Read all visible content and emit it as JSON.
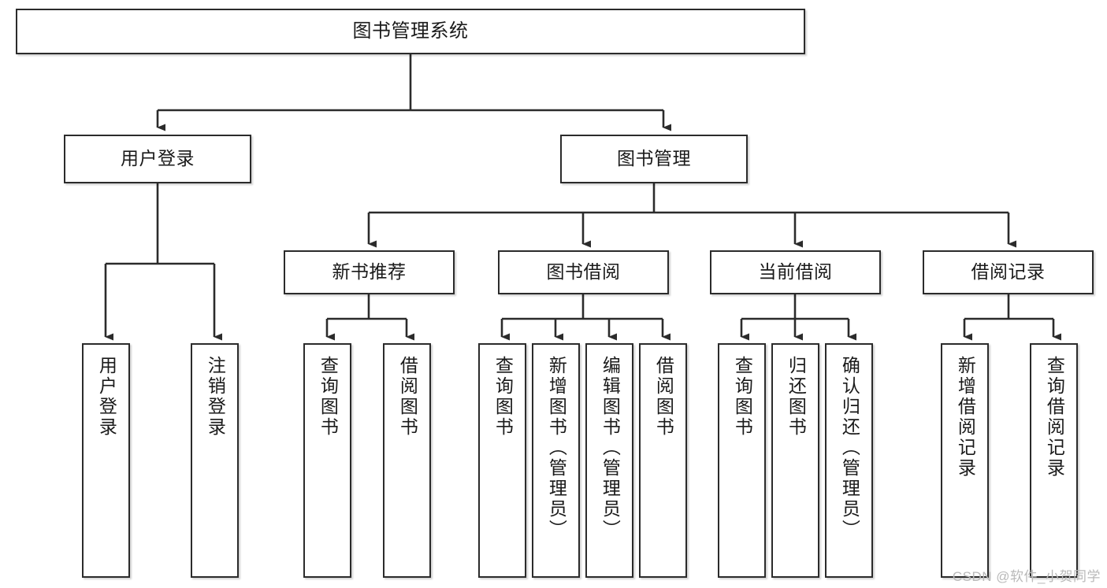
{
  "diagram": {
    "title": "图书管理系统",
    "type": "hierarchy-tree",
    "levels": 4,
    "nodes": {
      "root": {
        "label": "图书管理系统"
      },
      "level2": [
        {
          "id": "user-login",
          "label": "用户登录"
        },
        {
          "id": "book-manage",
          "label": "图书管理"
        }
      ],
      "level3": [
        {
          "id": "new-book-recommend",
          "label": "新书推荐"
        },
        {
          "id": "book-borrow",
          "label": "图书借阅"
        },
        {
          "id": "current-borrow",
          "label": "当前借阅"
        },
        {
          "id": "borrow-record",
          "label": "借阅记录"
        }
      ],
      "leaves": {
        "user-login": [
          {
            "id": "leaf-user-login",
            "label": "用户登录"
          },
          {
            "id": "leaf-logout-login",
            "label": "注销登录"
          }
        ],
        "new-book-recommend": [
          {
            "id": "leaf-query-book-1",
            "label": "查询图书"
          },
          {
            "id": "leaf-borrow-book-1",
            "label": "借阅图书"
          }
        ],
        "book-borrow": [
          {
            "id": "leaf-query-book-2",
            "label": "查询图书"
          },
          {
            "id": "leaf-add-book",
            "label": "新增图书（管理员）"
          },
          {
            "id": "leaf-edit-book",
            "label": "编辑图书（管理员）"
          },
          {
            "id": "leaf-borrow-book-2",
            "label": "借阅图书"
          }
        ],
        "current-borrow": [
          {
            "id": "leaf-query-book-3",
            "label": "查询图书"
          },
          {
            "id": "leaf-return-book",
            "label": "归还图书"
          },
          {
            "id": "leaf-confirm-return",
            "label": "确认归还（管理员）"
          }
        ],
        "borrow-record": [
          {
            "id": "leaf-add-record",
            "label": "新增借阅记录"
          },
          {
            "id": "leaf-query-record",
            "label": "查询借阅记录"
          }
        ]
      }
    },
    "watermark": "CSDN @软件_小贺同学",
    "colors": {
      "border": "#2b2b2b",
      "background": "#ffffff",
      "text": "#1a1a1a",
      "watermark": "#b9b9b9"
    }
  }
}
